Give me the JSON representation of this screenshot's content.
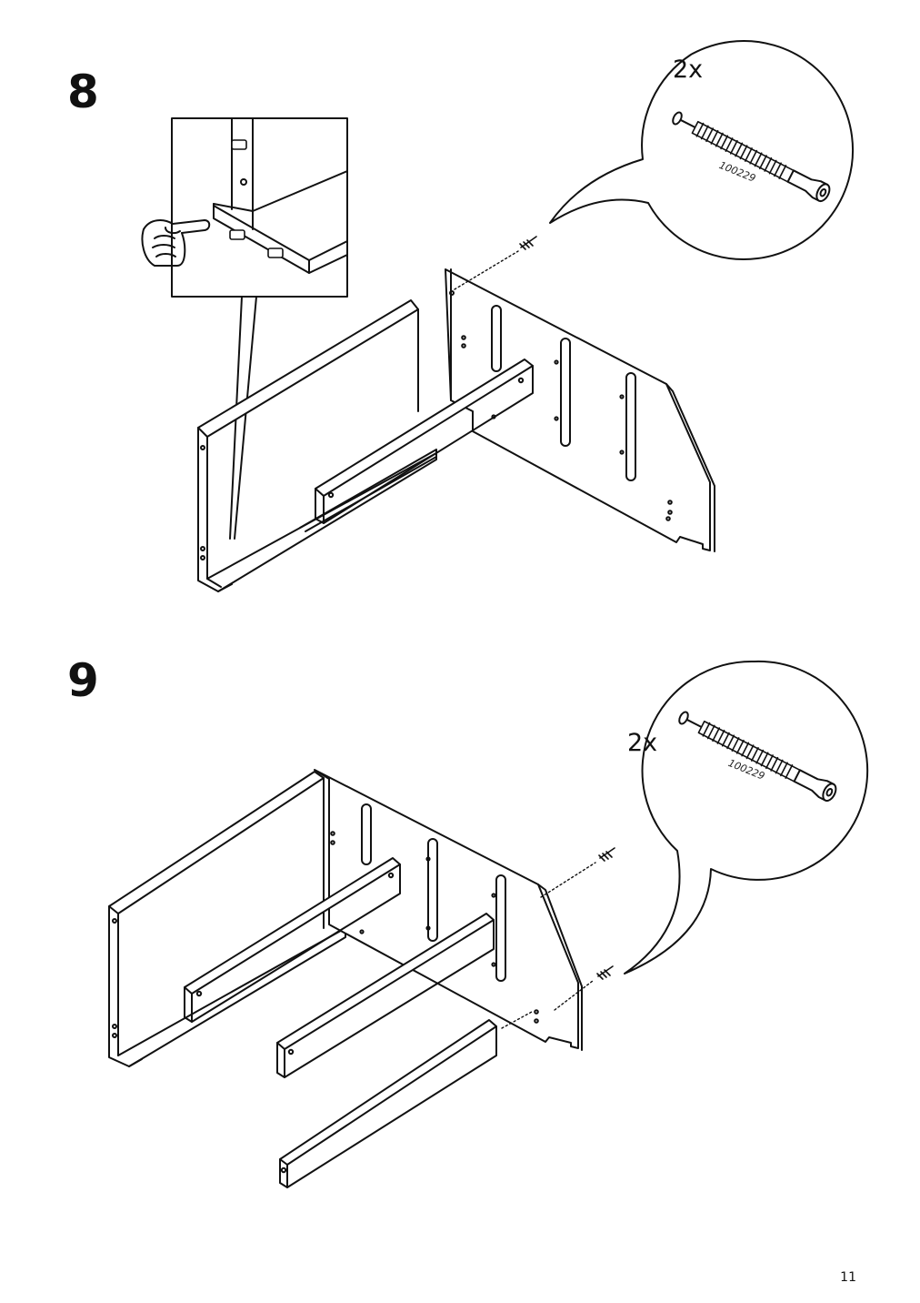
{
  "steps": [
    {
      "number": "8",
      "quantity": "2x",
      "part_code": "100229"
    },
    {
      "number": "9",
      "quantity": "2x",
      "part_code": "100229"
    }
  ],
  "page_number": "11",
  "icons": [
    "pointing-hand-icon",
    "screw-icon"
  ]
}
